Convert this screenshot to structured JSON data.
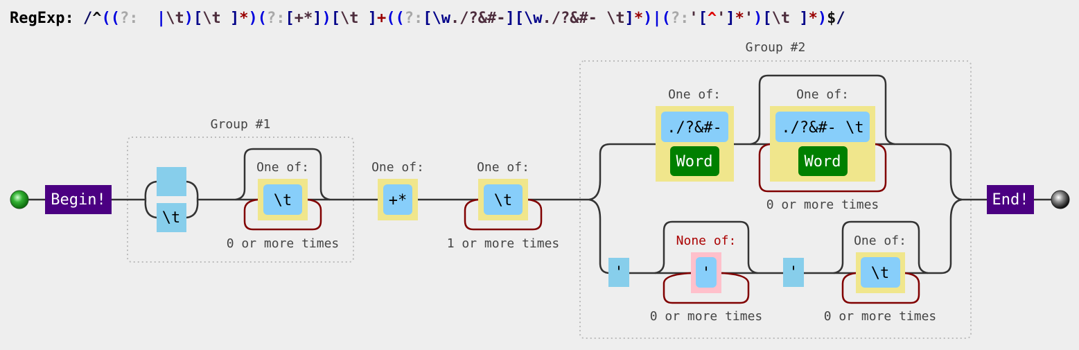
{
  "regex": {
    "label": "RegExp:",
    "tokens": [
      {
        "t": "/",
        "c": "#0a0a60"
      },
      {
        "t": "^",
        "c": "#111111"
      },
      {
        "t": "(",
        "c": "#0000dd"
      },
      {
        "t": "(",
        "c": "#0000dd"
      },
      {
        "t": "?:",
        "c": "#a8a8a8"
      },
      {
        "t": "  ",
        "c": "#333333"
      },
      {
        "t": "|",
        "c": "#0000dd"
      },
      {
        "t": "\\t",
        "c": "#4d2d3d"
      },
      {
        "t": ")",
        "c": "#0000dd"
      },
      {
        "t": "[",
        "c": "#000088"
      },
      {
        "t": "\\t ",
        "c": "#4d2d3d"
      },
      {
        "t": "]",
        "c": "#000088"
      },
      {
        "t": "*",
        "c": "#990000"
      },
      {
        "t": ")",
        "c": "#0000dd"
      },
      {
        "t": "(",
        "c": "#0000dd"
      },
      {
        "t": "?:",
        "c": "#a8a8a8"
      },
      {
        "t": "[",
        "c": "#000088"
      },
      {
        "t": "+*",
        "c": "#4d2d3d"
      },
      {
        "t": "]",
        "c": "#000088"
      },
      {
        "t": ")",
        "c": "#0000dd"
      },
      {
        "t": "[",
        "c": "#000088"
      },
      {
        "t": "\\t ",
        "c": "#4d2d3d"
      },
      {
        "t": "]",
        "c": "#000088"
      },
      {
        "t": "+",
        "c": "#990000"
      },
      {
        "t": "(",
        "c": "#0000dd"
      },
      {
        "t": "(",
        "c": "#0000dd"
      },
      {
        "t": "?:",
        "c": "#a8a8a8"
      },
      {
        "t": "[",
        "c": "#000088"
      },
      {
        "t": "\\w",
        "c": "#000088"
      },
      {
        "t": "./?&#-",
        "c": "#4d2d3d"
      },
      {
        "t": "]",
        "c": "#000088"
      },
      {
        "t": "[",
        "c": "#000088"
      },
      {
        "t": "\\w",
        "c": "#000088"
      },
      {
        "t": "./?&#- \\t",
        "c": "#4d2d3d"
      },
      {
        "t": "]",
        "c": "#000088"
      },
      {
        "t": "*",
        "c": "#990000"
      },
      {
        "t": ")",
        "c": "#0000dd"
      },
      {
        "t": "|",
        "c": "#0000dd"
      },
      {
        "t": "(",
        "c": "#0000dd"
      },
      {
        "t": "?:",
        "c": "#a8a8a8"
      },
      {
        "t": "'",
        "c": "#4d2d3d"
      },
      {
        "t": "[",
        "c": "#000088"
      },
      {
        "t": "^",
        "c": "#dd0000"
      },
      {
        "t": "'",
        "c": "#4d2d3d"
      },
      {
        "t": "]",
        "c": "#000088"
      },
      {
        "t": "*",
        "c": "#990000"
      },
      {
        "t": "'",
        "c": "#4d2d3d"
      },
      {
        "t": ")",
        "c": "#0000dd"
      },
      {
        "t": "[",
        "c": "#000088"
      },
      {
        "t": "\\t ",
        "c": "#4d2d3d"
      },
      {
        "t": "]",
        "c": "#000088"
      },
      {
        "t": "*",
        "c": "#990000"
      },
      {
        "t": ")",
        "c": "#0000dd"
      },
      {
        "t": "$",
        "c": "#111111"
      },
      {
        "t": "/",
        "c": "#0a0a60"
      }
    ]
  },
  "diagram": {
    "begin_label": "Begin!",
    "end_label": "End!",
    "group1_label": "Group #1",
    "group2_label": "Group #2",
    "one_of_label": "One of:",
    "none_of_label": "None of:",
    "word_label": "Word",
    "tab_literal": "\\t",
    "space_literal": " ",
    "plus_star_literal": "+*",
    "url_chars_literal": "./?&#-",
    "url_chars_tab_literal": "./?&#- \\t",
    "quote_literal": "'",
    "zero_or_more": "0 or more times",
    "one_or_more": "1 or more times"
  },
  "colors": {
    "background": "#eeeeee",
    "anchor": "#4b0082",
    "literal": "#87ceeb",
    "charset": "#f0e68c",
    "charset_item": "#87cefa",
    "negated_charset": "#ffc0cb",
    "word_class": "#008000",
    "line": "#333333",
    "repeat_loop": "#800000",
    "skip_loop": "#333333",
    "group_border": "#bbbbbb",
    "label": "#444444",
    "none_of_label": "#aa0000"
  }
}
